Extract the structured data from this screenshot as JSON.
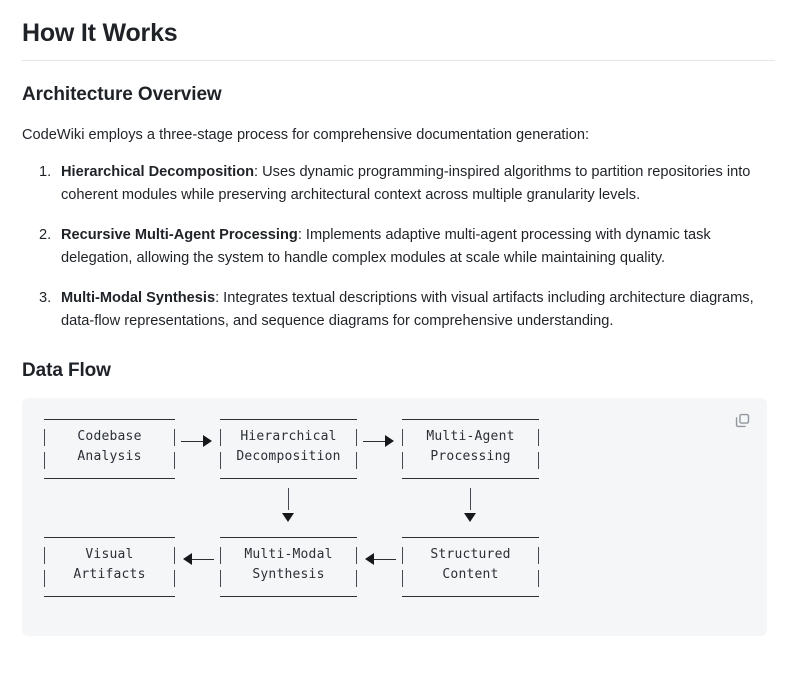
{
  "page": {
    "title": "How It Works"
  },
  "architecture": {
    "heading": "Architecture Overview",
    "intro": "CodeWiki employs a three-stage process for comprehensive documentation generation:",
    "steps": [
      {
        "number": "1.",
        "term": "Hierarchical Decomposition",
        "separator": ": ",
        "text": "Uses dynamic programming-inspired algorithms to partition repositories into coherent modules while preserving architectural context across multiple granularity levels."
      },
      {
        "number": "2.",
        "term": "Recursive Multi-Agent Processing",
        "separator": ": ",
        "text": "Implements adaptive multi-agent processing with dynamic task delegation, allowing the system to handle complex modules at scale while maintaining quality."
      },
      {
        "number": "3.",
        "term": "Multi-Modal Synthesis",
        "separator": ": ",
        "text": "Integrates textual descriptions with visual artifacts including architecture diagrams, data-flow representations, and sequence diagrams for comprehensive understanding."
      }
    ]
  },
  "dataflow": {
    "heading": "Data Flow",
    "copy_icon": "copy-icon",
    "diagram": {
      "top_row": [
        {
          "line1": "Codebase",
          "line2": "Analysis"
        },
        {
          "line1": "Hierarchical",
          "line2": "Decomposition"
        },
        {
          "line1": "Multi-Agent",
          "line2": "Processing"
        }
      ],
      "bottom_row": [
        {
          "line1": "Visual",
          "line2": "Artifacts"
        },
        {
          "line1": "Multi-Modal",
          "line2": "Synthesis"
        },
        {
          "line1": "Structured",
          "line2": "Content"
        }
      ],
      "arrows": {
        "top_1_to_2": "right-arrow",
        "top_2_to_3": "right-arrow",
        "down_from_2": "down-arrow",
        "down_from_3": "down-arrow",
        "bottom_2_to_1": "left-arrow",
        "bottom_3_to_2": "left-arrow"
      }
    }
  },
  "colors": {
    "text": "#1f2328",
    "rule": "#e4e6ea",
    "code_background": "#f5f6f8",
    "diagram_stroke": "#2b2f36"
  }
}
